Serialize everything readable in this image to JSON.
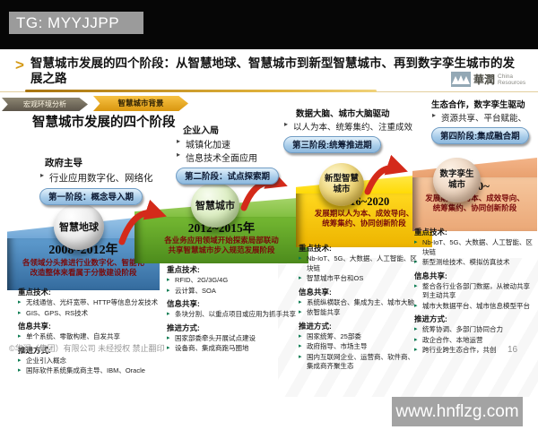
{
  "overlay": {
    "tg_badge": "TG: MYYJJPP",
    "site_watermark": "www.hnflzg.com"
  },
  "header": {
    "title": "智慧城市发展的四个阶段：从智慧地球、智慧城市到新型智慧城市、再到数字孪生城市的发展之路",
    "logo": {
      "cn": "華潤",
      "en_line1": "China",
      "en_line2": "Resources"
    },
    "tabs": [
      {
        "label": "宏观环境分析"
      },
      {
        "label": "智慧城市背景"
      }
    ],
    "section_heading": "智慧城市发展的四个阶段"
  },
  "stages": [
    {
      "driver_title": "政府主导",
      "driver_points": [
        "行业应用数字化、网络化"
      ],
      "badge": "第一阶段：概念导入期",
      "sphere_line1": "智慧地球",
      "years": "2008~2012年",
      "band_line1": "各领域分头推进行业数字化、智能化",
      "band_line2": "改造整体来看属于分散建设阶段",
      "sections": [
        {
          "heading": "重点技术:",
          "items": [
            "无线通信、光纤宽带、HTTP等信息分发技术",
            "GIS、GPS、RS技术"
          ]
        },
        {
          "heading": "信息共享:",
          "items": [
            "单个系统、零散构建、自发共享"
          ]
        },
        {
          "heading": "推进方式:",
          "items": [
            "企业引入概念",
            "国际软件系统集成商主导、IBM、Oracle"
          ]
        }
      ]
    },
    {
      "driver_title": "企业入局",
      "driver_points": [
        "城镇化加速",
        "信息技术全面应用"
      ],
      "badge": "第二阶段：试点探索期",
      "sphere_line1": "智慧城市",
      "years": "2012~2015年",
      "band_line1": "各业务应用领域开始探索局部联动",
      "band_line2": "共享智慧城市步入规范发展阶段",
      "sections": [
        {
          "heading": "重点技术:",
          "items": [
            "RFID、2G/3G/4G",
            "云计算、SOA"
          ]
        },
        {
          "heading": "信息共享:",
          "items": [
            "条块分割、以重点项目或应用为抓手共享"
          ]
        },
        {
          "heading": "推进方式:",
          "items": [
            "国家部委牵头开展试点建设",
            "设备商、集成商跑马圈地"
          ]
        }
      ]
    },
    {
      "driver_title": "数据大脑、城市大脑驱动",
      "driver_points": [
        "以人为本、统筹集约、注重成效"
      ],
      "badge": "第三阶段:统筹推进期",
      "sphere_line1": "新型智慧",
      "sphere_line2": "城市",
      "years": "2016~2020",
      "band_line1": "发展期以人为本、成效导向、",
      "band_line2": "统筹集约、协同创新阶段",
      "sections": [
        {
          "heading": "重点技术:",
          "items": [
            "Nb-IoT、5G、大数据、人工智能、区块链",
            "智慧城市平台和OS"
          ]
        },
        {
          "heading": "信息共享:",
          "items": [
            "系统纵横联合、集成为主、城市大脑",
            "依智能共享"
          ]
        },
        {
          "heading": "推进方式:",
          "items": [
            "国家统筹、25部委",
            "政府指导、市场主导",
            "国内互联网企业、运营商、软件商、集成商齐聚生态"
          ]
        }
      ]
    },
    {
      "driver_title": "生态合作，数字孪生驱动",
      "driver_points": [
        "资源共享、平台赋能、"
      ],
      "badge": "第四阶段:集成融合期",
      "sphere_line1": "数字孪生",
      "sphere_line2": "城市",
      "years": "2020~",
      "band_line1": "发展期以人为本、成效导向、",
      "band_line2": "统筹集约、协同创新阶段",
      "sections": [
        {
          "heading": "重点技术:",
          "items": [
            "Nb-IoT、5G、大数据、人工智能、区块链",
            "新型测绘技术、模拟仿真技术"
          ]
        },
        {
          "heading": "信息共享:",
          "items": [
            "整合各行业各部门数据，从被动共享到主动共享",
            "城市大数据平台、城市信息模型平台"
          ]
        },
        {
          "heading": "推进方式:",
          "items": [
            "统筹协调、多部门协同合力",
            "政企合作、本地运营",
            "跨行业跨生态合作，共创"
          ]
        }
      ]
    }
  ],
  "footer": {
    "copyright": "©华润（集团）有限公司 未经授权 禁止翻印",
    "page_number": "16"
  },
  "colors": {
    "stage1_platform": "#4a88bd",
    "stage2_platform": "#61a427",
    "stage3_platform": "#ffd400",
    "stage4_platform": "#f0b184",
    "badge_bg": "#a6cbe9",
    "arrow_red": "#d42a1a",
    "band_text": "#7a0b0b",
    "tab2_gold": "#e8a91f",
    "accent_gold": "#d4a017"
  }
}
